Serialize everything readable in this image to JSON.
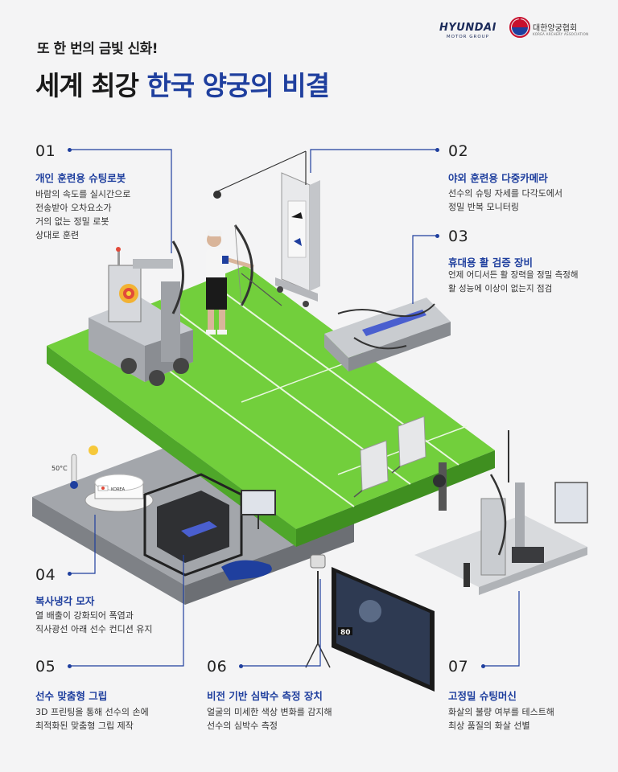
{
  "header": {
    "subtitle": "또 한 번의 금빛 신화!",
    "title_part1": "세계 최강",
    "title_part2": "한국 양궁의 비결"
  },
  "logos": {
    "hyundai_wordmark": "HYUNDAI",
    "hyundai_sub": "MOTOR GROUP",
    "kaa_name": "대한양궁협회",
    "kaa_english": "KOREA ARCHERY ASSOCIATION"
  },
  "items": [
    {
      "number": "01",
      "title": "개인 훈련용 슈팅로봇",
      "desc": [
        "바람의 속도를 실시간으로",
        "전송받아 오차요소가",
        "거의 없는 정밀 로봇",
        "상대로 훈련"
      ]
    },
    {
      "number": "02",
      "title": "야외 훈련용 다중카메라",
      "desc": [
        "선수의 슈팅 자세를 다각도에서",
        "정밀 반복 모니터링"
      ]
    },
    {
      "number": "03",
      "title": "휴대용 활 검증 장비",
      "desc": [
        "언제 어디서든 활 장력을 정밀 측정해",
        "활 성능에 이상이 없는지 점검"
      ]
    },
    {
      "number": "04",
      "title": "복사냉각 모자",
      "desc": [
        "열 배출이 강화되어 폭염과",
        "직사광선 아래 선수 컨디션 유지"
      ]
    },
    {
      "number": "05",
      "title": "선수 맞춤형 그립",
      "desc": [
        "3D 프린팅을 통해 선수의 손에",
        "최적화된 맞춤형 그립 제작"
      ]
    },
    {
      "number": "06",
      "title": "비전 기반 심박수 측정 장치",
      "desc": [
        "얼굴의 미세한 색상 변화를 감지해",
        "선수의 심박수 측정"
      ]
    },
    {
      "number": "07",
      "title": "고정밀 슈팅머신",
      "desc": [
        "화살의 불량 여부를 테스트해",
        "최상 품질의 화살 선별"
      ]
    }
  ],
  "illustration_labels": {
    "hat_label": "KOREA",
    "thermometer_label": "50°C",
    "monitor_bpm": "80"
  },
  "colors": {
    "accent": "#1f3f9e",
    "grass": "#6fcf3a",
    "background": "#f4f4f5",
    "platform": "#8e9196"
  }
}
